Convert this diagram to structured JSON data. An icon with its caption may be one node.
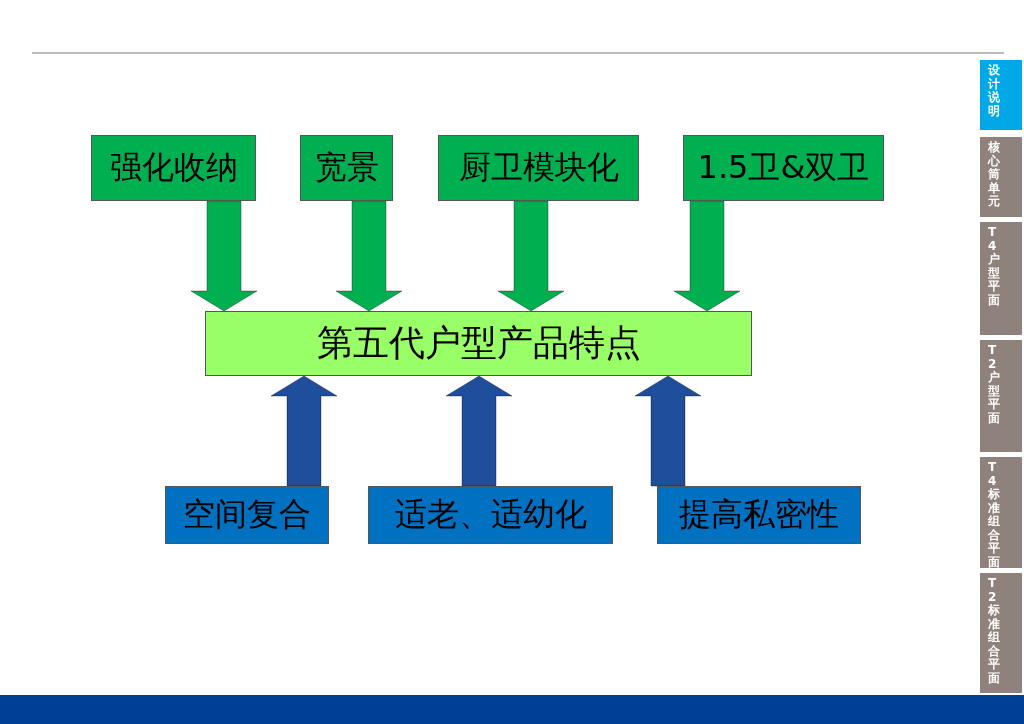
{
  "diagram": {
    "nodes": [
      {
        "text": [
          "强化收纳"
        ]
      },
      {
        "text": [
          "宽景"
        ]
      },
      {
        "text": [
          "厨卫模块化"
        ]
      },
      {
        "text": [
          "1.5卫&双卫"
        ]
      },
      {
        "text": [
          "第五代户型产品特点"
        ]
      },
      {
        "text": [
          "空间复合"
        ]
      },
      {
        "text": [
          "适老、适幼化"
        ]
      },
      {
        "text": [
          "提高私密性"
        ]
      },
      {
        "text": [
          "设计说明"
        ]
      },
      {
        "text": [
          "核心筒单元"
        ]
      },
      {
        "text": [
          "T4户型平面"
        ]
      },
      {
        "text": [
          "T2户型平面"
        ]
      },
      {
        "text": [
          "T4标准组合平面"
        ]
      },
      {
        "text": [
          "T2标准组合平面"
        ]
      }
    ],
    "edges": [
      {
        "from": 0,
        "to": 4,
        "arrow": "to"
      },
      {
        "from": 1,
        "to": 4,
        "arrow": "to"
      },
      {
        "from": 2,
        "to": 4,
        "arrow": "to"
      },
      {
        "from": 3,
        "to": 4,
        "arrow": "to"
      },
      {
        "from": 5,
        "to": 4,
        "arrow": "to",
        "color": "#1f4e9c"
      },
      {
        "from": 6,
        "to": 4,
        "arrow": "to",
        "color": "#1f4e9c"
      },
      {
        "from": 7,
        "to": 4,
        "arrow": "to",
        "color": "#1f4e9c"
      }
    ]
  }
}
